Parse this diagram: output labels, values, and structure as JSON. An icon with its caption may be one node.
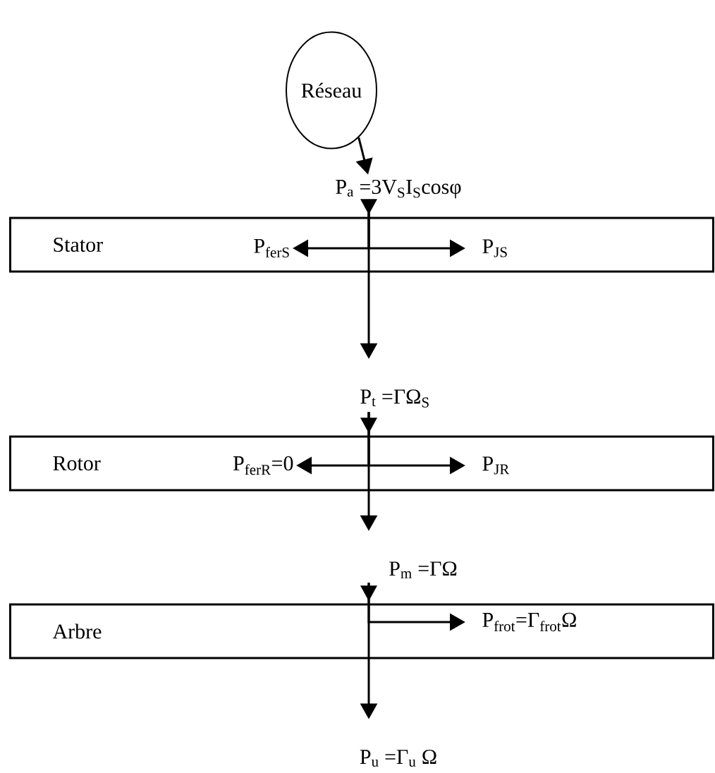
{
  "diagram": {
    "nodes": [
      {
        "text": [
          "Réseau"
        ]
      },
      {
        "text": [
          "P$_{a}$ =3V$_{S}$I$_{S}$cosφ"
        ]
      },
      {
        "text": [
          "Stator"
        ]
      },
      {
        "text": [
          "P$_{ferS}$"
        ],
        "in": 2
      },
      {
        "text": [
          "P$_{JS}$"
        ],
        "in": 2
      },
      {
        "text": [
          "P$_{t}$ =ΓΩ$_{S}$"
        ]
      },
      {
        "text": [
          "Rotor"
        ]
      },
      {
        "text": [
          "P$_{ferR}$=0"
        ],
        "in": 6
      },
      {
        "text": [
          "P$_{JR}$"
        ],
        "in": 6
      },
      {
        "text": [
          "P$_{m}$ =ΓΩ"
        ]
      },
      {
        "text": [
          "Arbre"
        ]
      },
      {
        "text": [
          "P$_{frot}$=Γ$_{frot}$Ω"
        ],
        "in": 10
      },
      {
        "text": [
          "P$_{u}$ =Γ$_{u}$ Ω"
        ]
      }
    ],
    "edges": [
      {
        "from": 0,
        "to": 1,
        "arrow": "to"
      },
      {
        "from": 1,
        "to": 3,
        "arrow": "to"
      },
      {
        "from": 1,
        "to": 4,
        "arrow": "to"
      },
      {
        "from": 1,
        "to": 5,
        "arrow": "to"
      },
      {
        "from": 5,
        "to": 7,
        "arrow": "to"
      },
      {
        "from": 5,
        "to": 8,
        "arrow": "to"
      },
      {
        "from": 5,
        "to": 9,
        "arrow": "to"
      },
      {
        "from": 9,
        "to": 11,
        "arrow": "to"
      },
      {
        "from": 9,
        "to": 12,
        "arrow": "to"
      }
    ]
  }
}
